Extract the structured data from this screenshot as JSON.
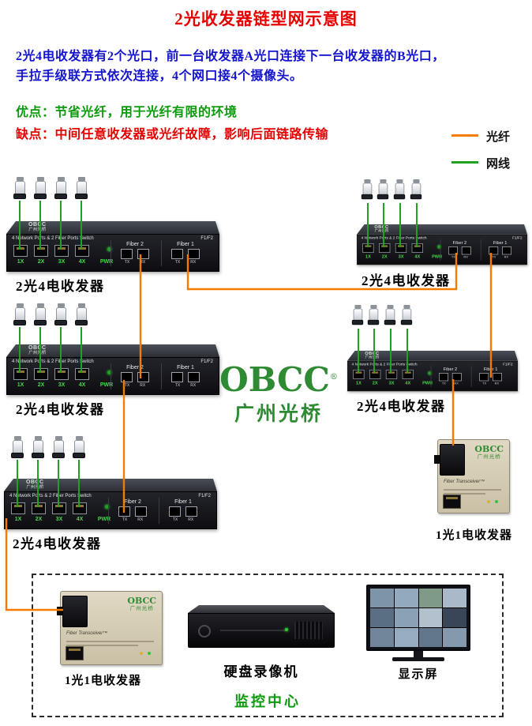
{
  "page": {
    "title": "2光收发器链型网示意图"
  },
  "intro": {
    "line1": "2光4电收发器有2个光口，前一台收发器A光口连接下一台收发器的B光口，",
    "line2": "手拉手级联方式依次连接，4个网口接4个摄像头。",
    "pros": "优点：节省光纤，用于光纤有限的环境",
    "cons": "缺点：中间任意收发器或光纤故障，影响后面链路传输"
  },
  "legend": {
    "fiber_label": "光纤",
    "ethernet_label": "网线"
  },
  "colors": {
    "fiber": "#f57c00",
    "ethernet": "#21a121",
    "heading_red": "#e60000",
    "intro_blue": "#1414cc",
    "pros_green": "#0a9a0a",
    "brand_green": "#2e8b33"
  },
  "brand": {
    "name": "OBCC",
    "cn": "广州光桥",
    "reg": "®"
  },
  "switch": {
    "label": "2光4电收发器",
    "panel_title": "4 Network Ports & 2 Fiber Ports Switch",
    "panel_right": "F1/F2",
    "ports": [
      "1X",
      "2X",
      "3X",
      "4X"
    ],
    "pwr": "PWR",
    "fiber2": "Fiber 2",
    "fiber1": "Fiber 1",
    "tx": "TX",
    "rx": "RX"
  },
  "converter": {
    "label": "1光1电收发器",
    "panel_text": "Fiber Transceiver™"
  },
  "monitoring": {
    "dvr_label": "硬盘录像机",
    "monitor_label": "显示屏",
    "center_label": "监控中心"
  }
}
